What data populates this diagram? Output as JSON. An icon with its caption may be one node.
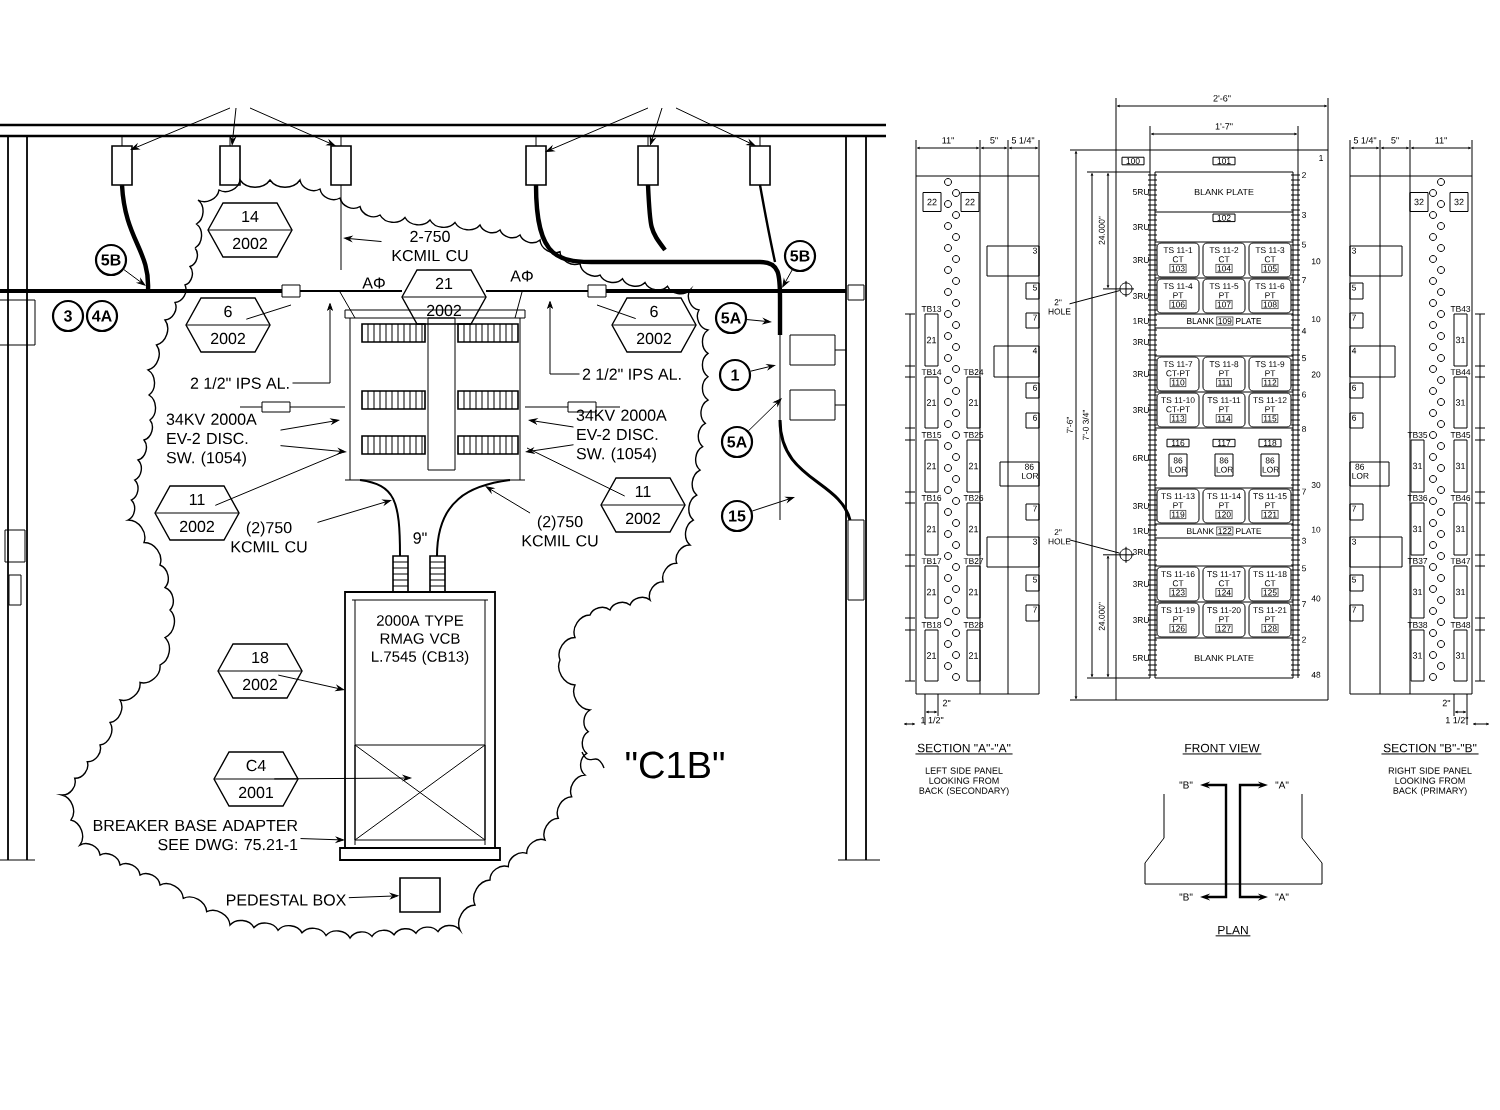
{
  "diagram": {
    "nodes": [
      {
        "text": [
          "14",
          "2002"
        ]
      },
      {
        "text": [
          "21",
          "2002"
        ]
      },
      {
        "text": [
          "6",
          "2002"
        ]
      },
      {
        "text": [
          "6",
          "2002"
        ]
      },
      {
        "text": [
          "11",
          "2002"
        ]
      },
      {
        "text": [
          "11",
          "2002"
        ]
      },
      {
        "text": [
          "18",
          "2002"
        ]
      },
      {
        "text": [
          "C4",
          "2001"
        ]
      },
      {
        "text": [
          "5B"
        ]
      },
      {
        "text": [
          "3"
        ]
      },
      {
        "text": [
          "4A"
        ]
      },
      {
        "text": [
          "5B"
        ]
      },
      {
        "text": [
          "5A"
        ]
      },
      {
        "text": [
          "1"
        ]
      },
      {
        "text": [
          "5A"
        ]
      },
      {
        "text": [
          "15"
        ]
      },
      {
        "text": [
          "2-750 KCMIL CU"
        ]
      },
      {
        "text": [
          "2 1/2\" IPS AL."
        ]
      },
      {
        "text": [
          "2 1/2\" IPS AL."
        ]
      },
      {
        "text": [
          "34KV 2000A EV-2 DISC. SW. (1054)"
        ]
      },
      {
        "text": [
          "34KV 2000A EV-2 DISC. SW. (1054)"
        ]
      },
      {
        "text": [
          "(2)750 KCMIL CU"
        ]
      },
      {
        "text": [
          "(2)750 KCMIL CU"
        ]
      },
      {
        "text": [
          "2000A TYPE RMAG VCB L.7545 (CB13)"
        ]
      },
      {
        "text": [
          "BREAKER BASE ADAPTER SEE DWG: 75.21-1"
        ]
      },
      {
        "text": [
          "PEDESTAL BOX"
        ]
      },
      {
        "text": [],
        "shape": "box"
      },
      {
        "text": [
          "22"
        ]
      },
      {
        "text": [
          "22"
        ]
      },
      {
        "text": [
          "3"
        ]
      },
      {
        "text": [
          "5"
        ]
      },
      {
        "text": [
          "7"
        ]
      },
      {
        "text": [
          "4"
        ]
      },
      {
        "text": [
          "6"
        ]
      },
      {
        "text": [
          "6"
        ]
      },
      {
        "text": [
          "86 LOR"
        ]
      },
      {
        "text": [
          "7"
        ]
      },
      {
        "text": [
          "3"
        ]
      },
      {
        "text": [
          "5"
        ]
      },
      {
        "text": [
          "7"
        ]
      },
      {
        "text": [
          "21"
        ],
        "beside": [
          "TB13"
        ]
      },
      {
        "text": [
          "21"
        ],
        "beside": [
          "TB14"
        ]
      },
      {
        "text": [
          "21"
        ],
        "beside": [
          "TB15"
        ]
      },
      {
        "text": [
          "21"
        ],
        "beside": [
          "TB16"
        ]
      },
      {
        "text": [
          "21"
        ],
        "beside": [
          "TB17"
        ]
      },
      {
        "text": [
          "21"
        ],
        "beside": [
          "TB18"
        ]
      },
      {
        "text": [
          "21"
        ],
        "beside": [
          "TB24"
        ]
      },
      {
        "text": [
          "21"
        ],
        "beside": [
          "TB25"
        ]
      },
      {
        "text": [
          "21"
        ],
        "beside": [
          "TB26"
        ]
      },
      {
        "text": [
          "21"
        ],
        "beside": [
          "TB27"
        ]
      },
      {
        "text": [
          "21"
        ],
        "beside": [
          "TB28"
        ]
      },
      {
        "text": [
          "32"
        ]
      },
      {
        "text": [
          "32"
        ]
      },
      {
        "text": [
          "3"
        ]
      },
      {
        "text": [
          "5"
        ]
      },
      {
        "text": [
          "7"
        ]
      },
      {
        "text": [
          "4"
        ]
      },
      {
        "text": [
          "6"
        ]
      },
      {
        "text": [
          "6"
        ]
      },
      {
        "text": [
          "86 LOR"
        ]
      },
      {
        "text": [
          "7"
        ]
      },
      {
        "text": [
          "3"
        ]
      },
      {
        "text": [
          "5"
        ]
      },
      {
        "text": [
          "7"
        ]
      },
      {
        "text": [
          "31"
        ],
        "beside": [
          "TB35"
        ]
      },
      {
        "text": [
          "31"
        ],
        "beside": [
          "TB36"
        ]
      },
      {
        "text": [
          "31"
        ],
        "beside": [
          "TB37"
        ]
      },
      {
        "text": [
          "31"
        ],
        "beside": [
          "TB38"
        ]
      },
      {
        "text": [
          "31"
        ],
        "beside": [
          "TB43"
        ]
      },
      {
        "text": [
          "31"
        ],
        "beside": [
          "TB44"
        ]
      },
      {
        "text": [
          "31"
        ],
        "beside": [
          "TB45"
        ]
      },
      {
        "text": [
          "31"
        ],
        "beside": [
          "TB46"
        ]
      },
      {
        "text": [
          "31"
        ],
        "beside": [
          "TB47"
        ]
      },
      {
        "text": [
          "31"
        ],
        "beside": [
          "TB48"
        ]
      },
      {
        "text": [
          "100"
        ]
      },
      {
        "text": [
          "101"
        ]
      },
      {
        "text": [
          "BLANK PLATE"
        ]
      },
      {
        "text": [
          "102"
        ]
      },
      {
        "text": [
          "TS 11-1",
          "CT",
          "103"
        ]
      },
      {
        "text": [
          "TS 11-2",
          "CT",
          "104"
        ]
      },
      {
        "text": [
          "TS 11-3",
          "CT",
          "105"
        ]
      },
      {
        "text": [
          "TS 11-4",
          "PT",
          "106"
        ]
      },
      {
        "text": [
          "TS 11-5",
          "PT",
          "107"
        ]
      },
      {
        "text": [
          "TS 11-6",
          "PT",
          "108"
        ]
      },
      {
        "text": [
          "BLANK",
          "109",
          "PLATE"
        ]
      },
      {
        "text": [
          "TS 11-7",
          "CT-PT",
          "110"
        ]
      },
      {
        "text": [
          "TS 11-8",
          "PT",
          "111"
        ]
      },
      {
        "text": [
          "TS 11-9",
          "PT",
          "112"
        ]
      },
      {
        "text": [
          "TS 11-10",
          "CT-PT",
          "113"
        ]
      },
      {
        "text": [
          "TS 11-11",
          "PT",
          "114"
        ]
      },
      {
        "text": [
          "TS 11-12",
          "PT",
          "115"
        ]
      },
      {
        "text": [
          "116"
        ]
      },
      {
        "text": [
          "117"
        ]
      },
      {
        "text": [
          "118"
        ]
      },
      {
        "text": [
          "86 LOR"
        ]
      },
      {
        "text": [
          "86 LOR"
        ]
      },
      {
        "text": [
          "86 LOR"
        ]
      },
      {
        "text": [
          "TS 11-13",
          "PT",
          "119"
        ]
      },
      {
        "text": [
          "TS 11-14",
          "PT",
          "120"
        ]
      },
      {
        "text": [
          "TS 11-15",
          "PT",
          "121"
        ]
      },
      {
        "text": [
          "BLANK",
          "122",
          "PLATE"
        ]
      },
      {
        "text": [
          "TS 11-16",
          "CT",
          "123"
        ]
      },
      {
        "text": [
          "TS 11-17",
          "CT",
          "124"
        ]
      },
      {
        "text": [
          "TS 11-18",
          "CT",
          "125"
        ]
      },
      {
        "text": [
          "TS 11-19",
          "PT",
          "126"
        ]
      },
      {
        "text": [
          "TS 11-20",
          "PT",
          "127"
        ]
      },
      {
        "text": [
          "TS 11-21",
          "PT",
          "128"
        ]
      },
      {
        "text": [
          "BLANK PLATE"
        ]
      },
      {
        "text": [
          "2\" HOLE"
        ]
      },
      {
        "text": [],
        "shape": "circle"
      },
      {
        "text": [
          "2\" HOLE"
        ]
      },
      {
        "text": [],
        "shape": "circle"
      }
    ],
    "edges": [
      {
        "from": 2,
        "to": null,
        "arrow": "none"
      },
      {
        "from": 3,
        "to": null,
        "arrow": "none"
      },
      {
        "from": 4,
        "to": null,
        "arrow": "none"
      },
      {
        "from": 5,
        "to": null,
        "arrow": "none"
      },
      {
        "from": 6,
        "to": null,
        "arrow": "to"
      },
      {
        "from": 7,
        "to": null,
        "arrow": "to"
      },
      {
        "from": 8,
        "to": null,
        "arrow": "to"
      },
      {
        "from": 11,
        "to": null,
        "arrow": "to"
      },
      {
        "from": 12,
        "to": null,
        "arrow": "to"
      },
      {
        "from": 13,
        "to": null,
        "arrow": "to"
      },
      {
        "from": 14,
        "to": null,
        "arrow": "to"
      },
      {
        "from": 15,
        "to": null,
        "arrow": "to"
      },
      {
        "from": 16,
        "to": null,
        "arrow": "to"
      },
      {
        "from": 17,
        "to": null,
        "arrow": "to"
      },
      {
        "from": 18,
        "to": null,
        "arrow": "to"
      },
      {
        "from": 19,
        "to": null,
        "arrow": "to"
      },
      {
        "from": 19,
        "to": null,
        "arrow": "to"
      },
      {
        "from": 20,
        "to": null,
        "arrow": "to"
      },
      {
        "from": 20,
        "to": null,
        "arrow": "to"
      },
      {
        "from": 21,
        "to": null,
        "arrow": "to"
      },
      {
        "from": 22,
        "to": null,
        "arrow": "to"
      },
      {
        "from": 24,
        "to": null,
        "arrow": "to"
      },
      {
        "from": 25,
        "to": 26,
        "arrow": "to"
      },
      {
        "from": 108,
        "to": 109,
        "arrow": "none"
      },
      {
        "from": 110,
        "to": 111,
        "arrow": "none"
      }
    ],
    "labels": [
      "AΦ",
      "AΦ",
      "9\"",
      "\"C1B\"",
      "11\"",
      "5\"",
      "5 1/4\"",
      "2\"",
      "1 1/2\"",
      "SECTION \"A\"-\"A\"",
      "LEFT SIDE PANEL LOOKING FROM BACK (SECONDARY)",
      "2'-6\"",
      "1'-7\"",
      "24.000\"",
      "7'-6\"",
      "7'-0 3/4\"",
      "24.000\"",
      "5RU",
      "3RU",
      "3RU",
      "3RU",
      "1RU",
      "3RU",
      "3RU",
      "3RU",
      "6RU",
      "3RU",
      "1RU",
      "3RU",
      "3RU",
      "3RU",
      "5RU",
      "1",
      "2",
      "3",
      "5",
      "10",
      "7",
      "10",
      "4",
      "5",
      "20",
      "6",
      "8",
      "30",
      "7",
      "10",
      "3",
      "5",
      "40",
      "7",
      "2",
      "48",
      "FRONT VIEW",
      "\"B\"",
      "\"A\"",
      "\"B\"",
      "\"A\"",
      "PLAN",
      "5 1/4\"",
      "5\"",
      "11\"",
      "2\"",
      "1 1/2\"",
      "SECTION \"B\"-\"B\"",
      "RIGHT SIDE PANEL LOOKING FROM BACK (PRIMARY)"
    ]
  }
}
